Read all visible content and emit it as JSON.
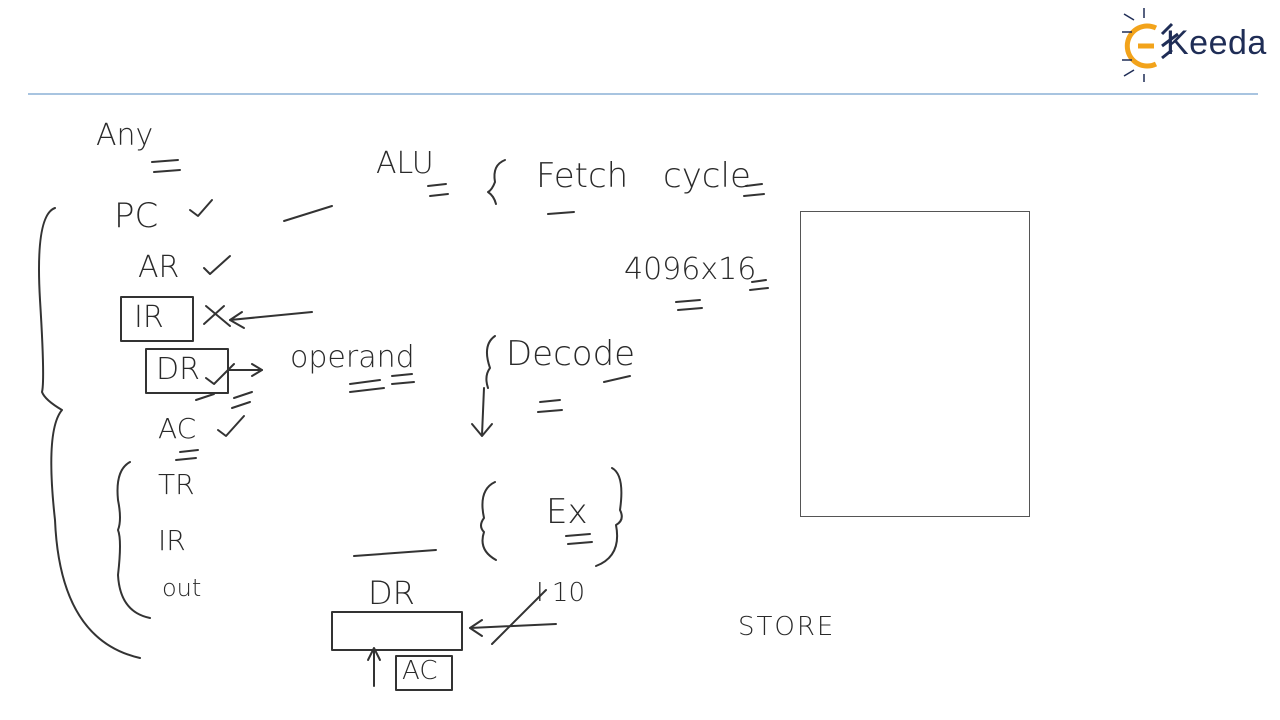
{
  "logo": {
    "text": "Keeda",
    "accent_color": "#f2a31b",
    "brand_color": "#1f2d56"
  },
  "notes": {
    "any": "Any",
    "pc": "PC",
    "ar": "AR",
    "ir": "IR",
    "dr": "DR",
    "operand": "operand",
    "ac": "AC",
    "tr": "TR",
    "inpr": "IR",
    "out": "out",
    "alu": "ALU",
    "fetch_cycle": "Fetch cycle",
    "memory_size": "4096x16",
    "decode": "Decode",
    "ex": "Ex",
    "dr_bottom": "DR",
    "io": "I 10",
    "ac_bottom": "AC",
    "store": "STORE"
  },
  "colors": {
    "rule": "#a8c4e0",
    "ink": "#2a2a2a"
  }
}
